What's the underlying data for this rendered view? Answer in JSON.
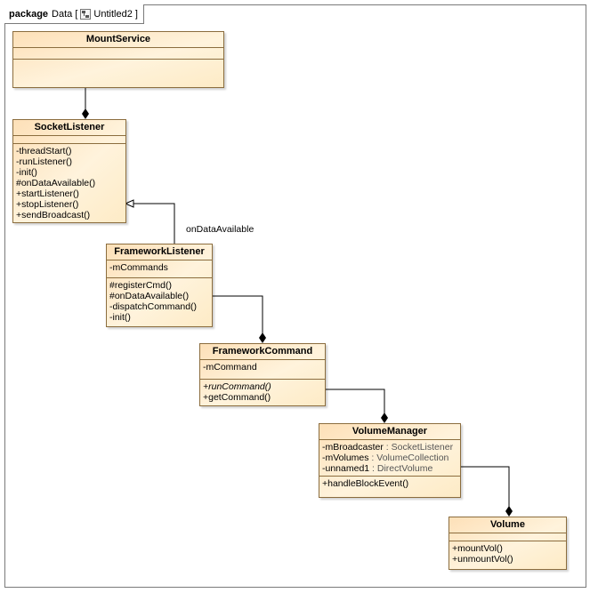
{
  "frame": {
    "keyword": "package",
    "label_before": "Data [",
    "diagram_name": "Untitled2",
    "label_after": "]",
    "icon": "diagram-icon"
  },
  "classes": {
    "mount_service": {
      "name": "MountService"
    },
    "socket_listener": {
      "name": "SocketListener",
      "operations": [
        "-threadStart()",
        "-runListener()",
        "-init()",
        "#onDataAvailable()",
        "+startListener()",
        "+stopListener()",
        "+sendBroadcast()"
      ]
    },
    "framework_listener": {
      "name": "FrameworkListener",
      "attributes": [
        "-mCommands"
      ],
      "operations": [
        "#registerCmd()",
        "#onDataAvailable()",
        "-dispatchCommand()",
        "-init()"
      ]
    },
    "framework_command": {
      "name": "FrameworkCommand",
      "attributes": [
        "-mCommand"
      ],
      "operations": [
        "+runCommand()",
        "+getCommand()"
      ]
    },
    "volume_manager": {
      "name": "VolumeManager",
      "attributes": [
        {
          "name": "-mBroadcaster",
          "type": " : SocketListener"
        },
        {
          "name": "-mVolumes",
          "type": " : VolumeCollection"
        },
        {
          "name": "-unnamed1",
          "type": " : DirectVolume"
        }
      ],
      "operations": [
        "+handleBlockEvent()"
      ]
    },
    "volume": {
      "name": "Volume",
      "operations": [
        "+mountVol()",
        "+unmountVol()"
      ]
    }
  },
  "relations": {
    "generalization_label": "onDataAvailable"
  },
  "colors": {
    "class_fill_start": "#fde0b8",
    "class_fill_end": "#fff3dc",
    "class_border": "#8b6d3e",
    "line": "#000000"
  }
}
